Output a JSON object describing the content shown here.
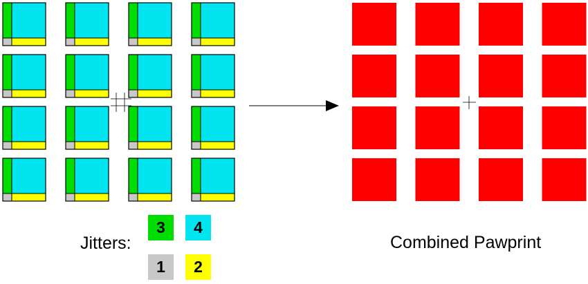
{
  "labels": {
    "jitters": "Jitters:",
    "combined": "Combined Pawprint"
  },
  "grid": {
    "rows": 4,
    "cols": 4
  },
  "colors": {
    "jitter_1": "#c8c8c8",
    "jitter_2": "#ffff00",
    "jitter_3": "#00dd00",
    "jitter_4": "#00e5f0",
    "combined": "#ff0000",
    "outline": "#000000"
  },
  "jitter_key": [
    {
      "label": "3",
      "color": "#00dd00"
    },
    {
      "label": "4",
      "color": "#00e5f0"
    },
    {
      "label": "1",
      "color": "#c8c8c8"
    },
    {
      "label": "2",
      "color": "#ffff00"
    }
  ]
}
